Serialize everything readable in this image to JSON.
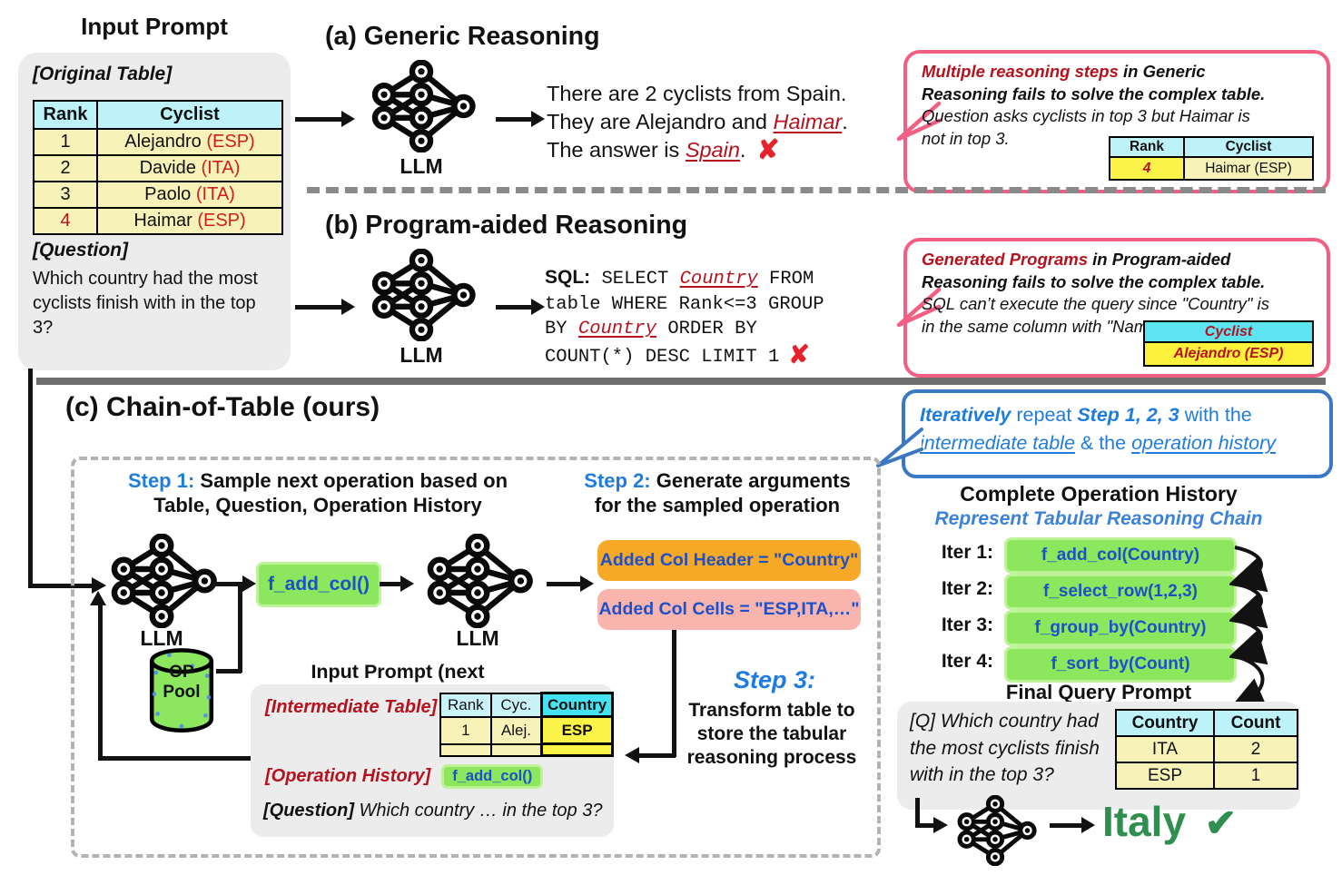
{
  "palette": {
    "callout_pink_border": "#f25f82",
    "callout_blue_border": "#3b78c3",
    "step_blue": "#1f7cdf",
    "box_text_blue": "#1d50c9",
    "green_op_box": "#8ce75e",
    "orange_arg_box": "#f6a827",
    "pink_arg_box": "#f9b4ae",
    "table_header_cyan": "#bdf2f8",
    "table_highlight_cyan": "#45e2f2",
    "table_cell_yellow": "#f6f2b8",
    "table_highlight_yellow": "#fbf348",
    "dark_red": "#b5121e",
    "country_code_red": "#d11c22",
    "error_red": "#e8222a",
    "answer_green": "#2f8f4e",
    "panel_gray": "#ececec"
  },
  "input_prompt": {
    "title": "Input Prompt",
    "original_table_label": "[Original Table]",
    "table": {
      "headers": [
        "Rank",
        "Cyclist"
      ],
      "rows": [
        {
          "rank": "1",
          "name": "Alejandro",
          "code": "(ESP)"
        },
        {
          "rank": "2",
          "name": "Davide",
          "code": "(ITA)"
        },
        {
          "rank": "3",
          "name": "Paolo",
          "code": "(ITA)"
        },
        {
          "rank": "4",
          "name": "Haimar",
          "code": "(ESP)"
        }
      ]
    },
    "question_label": "[Question]",
    "question": "Which country had the most cyclists finish with in the top 3?"
  },
  "section_a": {
    "title": "(a) Generic Reasoning",
    "llm_label": "LLM",
    "output": {
      "line1": "There are 2 cyclists from Spain.",
      "line2_pre": "They are Alejandro and ",
      "line2_link": "Haimar",
      "line2_post": ".",
      "line3_pre": "The answer is ",
      "line3_link": "Spain",
      "line3_post": ".",
      "cross": "✘"
    },
    "callout": {
      "lead": "Multiple reasoning steps",
      "lead_rest": " in Generic",
      "line2": "Reasoning fails to solve the complex table.",
      "body1": "Question asks cyclists in top 3 but Haimar is",
      "body2": "not in top 3.",
      "table": {
        "headers": [
          "Rank",
          "Cyclist"
        ],
        "rank": "4",
        "cyclist": "Haimar (ESP)"
      }
    }
  },
  "section_b": {
    "title": "(b) Program-aided Reasoning",
    "llm_label": "LLM",
    "sql": {
      "label": "SQL:",
      "l1a": "SELECT ",
      "l1b": "Country",
      "l1c": " FROM",
      "l2": "table WHERE Rank<=3 GROUP",
      "l3a": "BY ",
      "l3b": "Country",
      "l3c": " ORDER BY",
      "l4": "COUNT(*) DESC LIMIT 1",
      "cross": "✘"
    },
    "callout": {
      "lead": "Generated Programs",
      "lead_rest": " in Program-aided",
      "line2": "Reasoning fails to solve the complex table.",
      "body1": "SQL can’t execute the query since \"Country\" is",
      "body2": "in the same column with \"Name\".",
      "table": {
        "header": "Cyclist",
        "cell": "Alejandro (ESP)"
      }
    }
  },
  "section_c": {
    "title": "(c) Chain-of-Table (ours)",
    "bubble": {
      "word1": "Iteratively",
      "t2": " repeat ",
      "t3": "Step 1, 2, 3",
      "t4": " with the",
      "u1": "intermediate table",
      "t5": " & the ",
      "u2": "operation history"
    },
    "step1": {
      "label": "Step 1:",
      "text": " Sample next operation based on",
      "line2": "Table, Question, Operation History"
    },
    "step2": {
      "label": "Step 2:",
      "text": " Generate arguments",
      "line2": "for the sampled operation"
    },
    "step3": {
      "label": "Step 3:",
      "line1": "Transform table to",
      "line2": "store the tabular",
      "line3": "reasoning process"
    },
    "llm1_label": "LLM",
    "llm2_label": "LLM",
    "op_pool": {
      "line1": "OP",
      "line2": "Pool"
    },
    "sampled_op": "f_add_col()",
    "arg_header": "Added Col Header = \"Country\"",
    "arg_cells": "Added Col Cells = \"ESP,ITA,…\"",
    "next_prompt": {
      "title": "Input Prompt (next iteration)",
      "table_label": "[Intermediate Table]",
      "table": {
        "headers": [
          "Rank",
          "Cyc.",
          "Country"
        ],
        "row": [
          "1",
          "Alej.",
          "ESP"
        ]
      },
      "history_label": "[Operation History]",
      "history_badge": "f_add_col()",
      "question_label": "[Question]",
      "question": " Which country … in the top 3?"
    }
  },
  "right_panel": {
    "history_title": "Complete Operation History",
    "history_subtitle": "Represent Tabular Reasoning Chain",
    "iters": [
      {
        "label": "Iter 1:",
        "op": "f_add_col(Country)"
      },
      {
        "label": "Iter 2:",
        "op": "f_select_row(1,2,3)"
      },
      {
        "label": "Iter 3:",
        "op": "f_group_by(Country)"
      },
      {
        "label": "Iter 4:",
        "op": "f_sort_by(Count)"
      }
    ],
    "final_title": "Final Query Prompt",
    "final_prompt": {
      "q1": "[Q] Which country had",
      "q2": "the most cyclists finish",
      "q3": "with in the top 3?",
      "table": {
        "headers": [
          "Country",
          "Count"
        ],
        "rows": [
          [
            "ITA",
            "2"
          ],
          [
            "ESP",
            "1"
          ]
        ]
      }
    },
    "answer": "Italy",
    "check": "✔"
  }
}
